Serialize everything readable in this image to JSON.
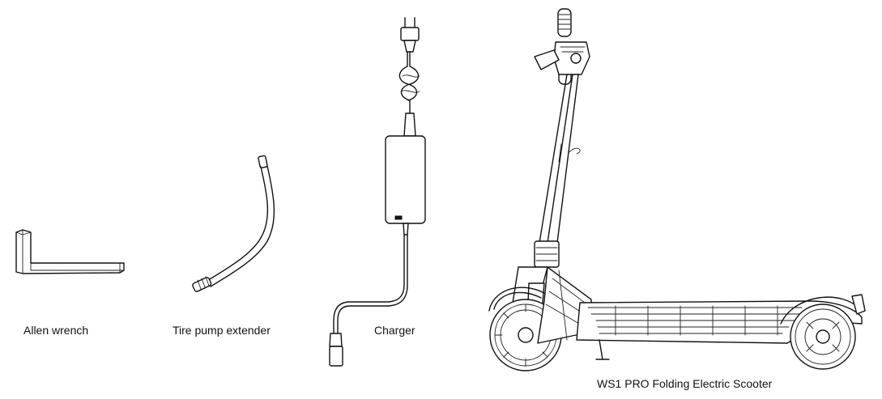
{
  "items": [
    {
      "key": "allen",
      "label": "Allen wrench",
      "icon": "allen-wrench-icon"
    },
    {
      "key": "pump",
      "label": "Tire pump extender",
      "icon": "tire-pump-extender-icon"
    },
    {
      "key": "charger",
      "label": "Charger",
      "icon": "charger-icon"
    },
    {
      "key": "scooter",
      "label": "WS1 PRO Folding Electric Scooter",
      "icon": "electric-scooter-icon"
    }
  ]
}
